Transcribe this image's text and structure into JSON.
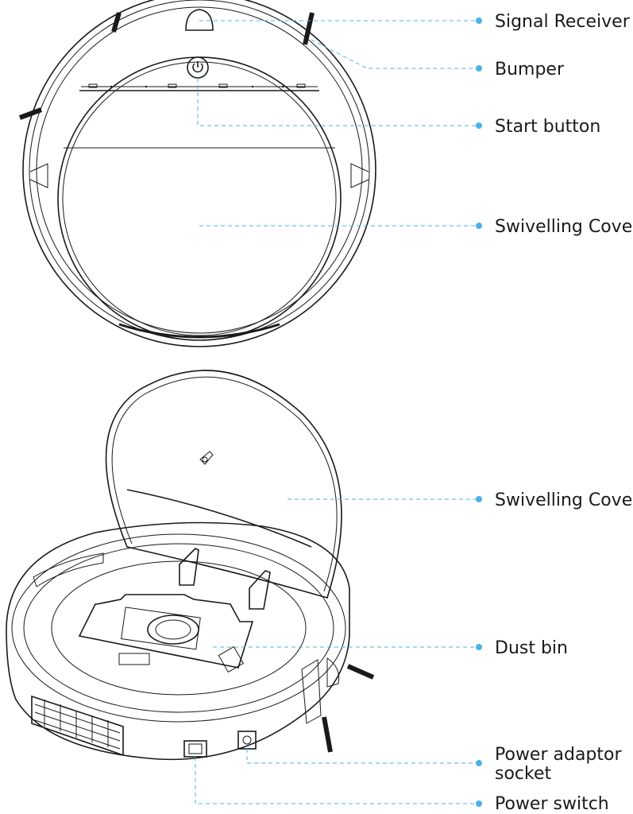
{
  "accent_color": "#4ab3e6",
  "labels": {
    "signal_receiver": "Signal Receiver",
    "bumper": "Bumper",
    "start_button": "Start button",
    "swivelling_cover_top": "Swivelling Cover",
    "swivelling_cover_open": "Swivelling Cover",
    "dust_bin": "Dust bin",
    "power_adaptor_line1": "Power adaptor",
    "power_adaptor_line2": "socket",
    "power_switch": "Power switch"
  }
}
